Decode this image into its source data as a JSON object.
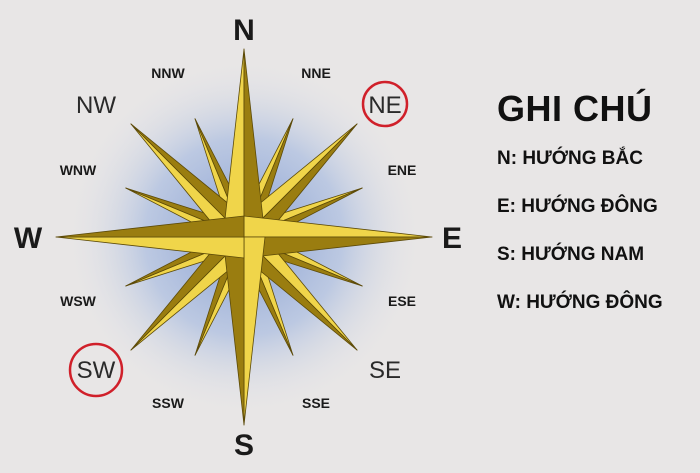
{
  "compass": {
    "labels": {
      "N": "N",
      "E": "E",
      "S": "S",
      "W": "W",
      "NE": "NE",
      "SE": "SE",
      "SW": "SW",
      "NW": "NW",
      "NNE": "NNE",
      "ENE": "ENE",
      "ESE": "ESE",
      "SSE": "SSE",
      "SSW": "SSW",
      "WSW": "WSW",
      "WNW": "WNW",
      "NNW": "NNW"
    },
    "highlighted": [
      "NE",
      "SW"
    ],
    "colors": {
      "star_light": "#f0d54a",
      "star_dark": "#9a7d10",
      "star_edge": "#5c4a08",
      "glow": "#9fb3dc",
      "highlight_ring": "#d0202a",
      "background": "#e8e6e6"
    }
  },
  "legend": {
    "title": "GHI CHÚ",
    "items": [
      "N: HƯỚNG BẮC",
      "E: HƯỚNG ĐÔNG",
      "S: HƯỚNG NAM",
      "W: HƯỚNG ĐÔNG"
    ]
  }
}
